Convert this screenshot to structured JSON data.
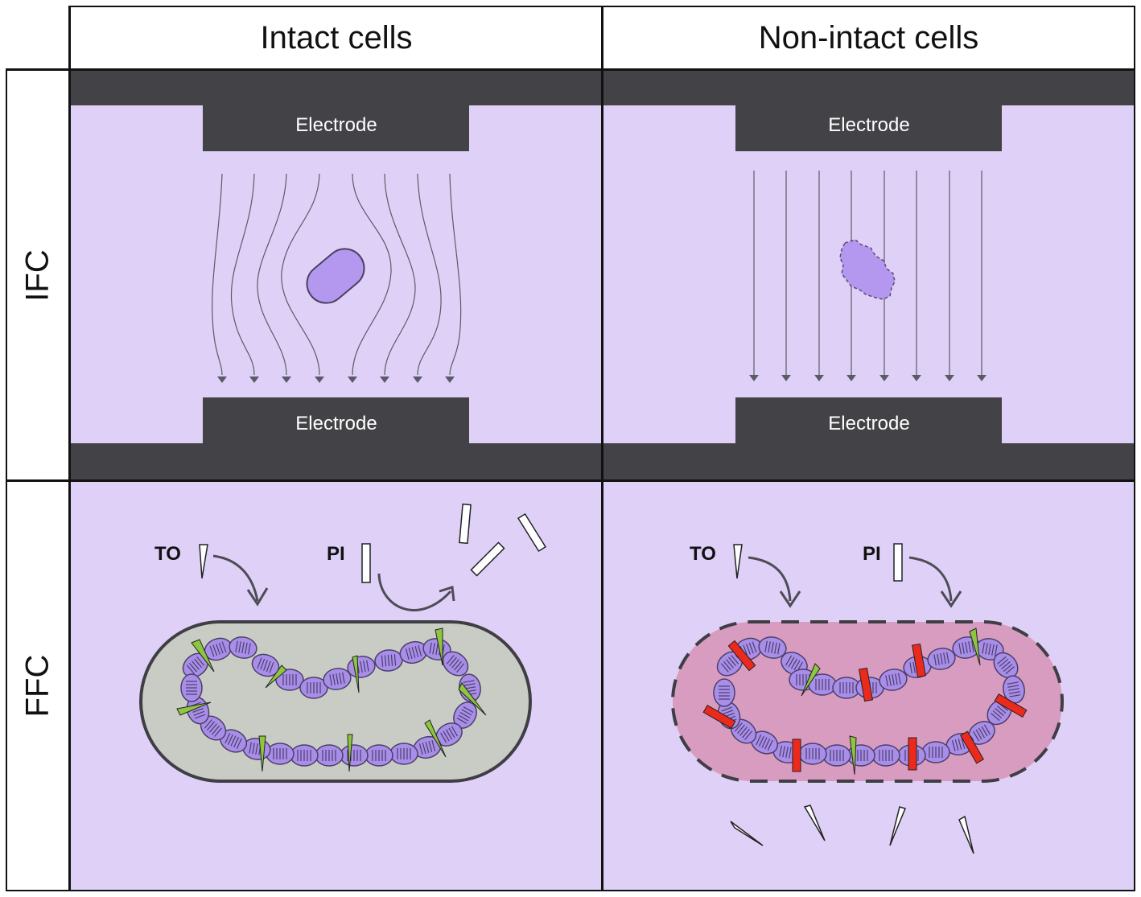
{
  "columns": {
    "intact": "Intact cells",
    "non_intact": "Non-intact cells"
  },
  "rows": {
    "ifc": "IFC",
    "ffc": "FFC"
  },
  "electrode_label": "Electrode",
  "dyes": {
    "to": "TO",
    "pi": "PI"
  },
  "colors": {
    "medium": "#dfd0f8",
    "electrode": "#434347",
    "cell_fill": "#b497ef",
    "intact_cytoplasm": "#c8ccc5",
    "damaged_cytoplasm": "#d89cc0",
    "nucleotide": "#a98ee9",
    "to_stain": "#8ec63f",
    "pi_stain": "#ec2a1b",
    "field_lines": "#5b5b66"
  }
}
